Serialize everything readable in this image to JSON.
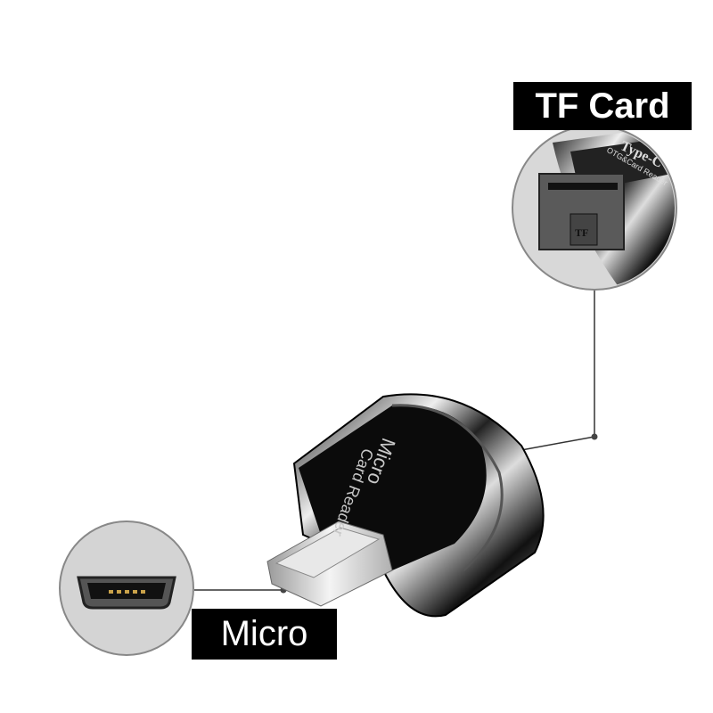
{
  "labels": {
    "tf_card": "TF Card",
    "micro": "Micro"
  },
  "device_text": {
    "line1": "Micro",
    "line2": "Card Reader"
  },
  "zoom_text": {
    "brand": "Type-C",
    "subtitle": "OTG&Card Reader",
    "slot_mark": "TF"
  },
  "colors": {
    "label_bg": "#000000",
    "label_text": "#ffffff",
    "body": "#0b0b0b",
    "chrome": "#d8d8d8"
  }
}
